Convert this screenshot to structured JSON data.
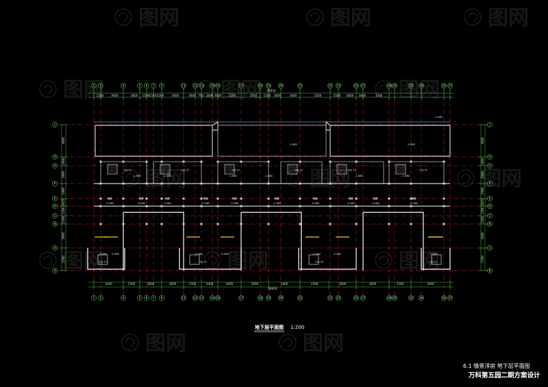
{
  "drawing": {
    "title": "地下层平面图",
    "scale": "1:200",
    "footer_line1": "6.1   情景洋房   地下层平面图",
    "footer_line2": "万科第五园二期方案设计"
  },
  "grid": {
    "top_axes": [
      "1",
      "2",
      "4",
      "5",
      "6",
      "7",
      "9",
      "11",
      "12",
      "13",
      "14",
      "16",
      "17",
      "18",
      "19",
      "20",
      "21",
      "22",
      "23",
      "25",
      "27",
      "28",
      "29",
      "32",
      "34",
      "35",
      "37",
      "38"
    ],
    "left_axes": [
      "J",
      "H",
      "G",
      "F",
      "E",
      "D",
      "C",
      "B",
      "A",
      "A"
    ],
    "right_axes": [
      "J",
      "H",
      "G",
      "F",
      "E",
      "D",
      "C",
      "B",
      "A",
      "B"
    ]
  },
  "dimensions": {
    "top_overall": "58950",
    "top_segments": [
      "1500",
      "3600",
      "3600",
      "1500",
      "1500",
      "3200",
      "3600",
      "3600",
      "700",
      "3600",
      "3600",
      "3200",
      "1500",
      "1500",
      "3600",
      "3600",
      "1500",
      "1500",
      "3600",
      "3600",
      "3200"
    ],
    "bottom_overall": "58950",
    "bottom_segments": [
      "3400",
      "1500",
      "3600",
      "3600",
      "1500",
      "3400",
      "3600",
      "3600",
      "3400",
      "1500",
      "3600",
      "3600",
      "1500",
      "3400"
    ],
    "left_segments": [
      "3000",
      "1800",
      "2900",
      "1900",
      "2025",
      "1200",
      "1500",
      "3600",
      "2700"
    ],
    "right_segments": [
      "3000",
      "1800",
      "2900",
      "1900",
      "2025",
      "1200",
      "1500",
      "3600",
      "2700"
    ]
  },
  "levels": {
    "top_right": "-2.160",
    "garage_left": "-2.400",
    "garage_right": "-2.400",
    "row_f": [
      "-1.580",
      "-1.580",
      "-1.580",
      "-1.580",
      "-1.580",
      "-1.580"
    ],
    "row_e": [
      "-2.160",
      "-2.160",
      "-2.160",
      "-2.160",
      "-2.160",
      "-2.160",
      "-2.160",
      "-2.160",
      "-2.160",
      "-2.160"
    ],
    "row_b": [
      "-2.340",
      "-2.340",
      "-2.340",
      "-2.340",
      "-2.340",
      "-2.340",
      "-2.340"
    ]
  },
  "room_labels": {
    "stair": "TT2 TT",
    "storage": "储藏",
    "bottom": "TT2 TT"
  },
  "watermark": "图网"
}
